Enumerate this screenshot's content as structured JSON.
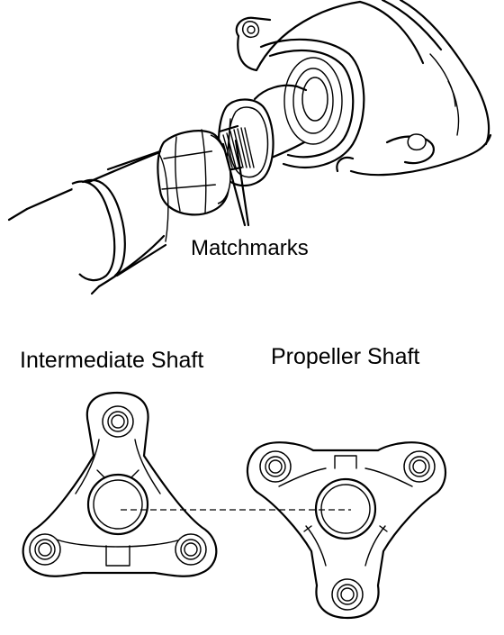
{
  "labels": {
    "matchmarks": "Matchmarks",
    "intermediate_shaft": "Intermediate Shaft",
    "propeller_shaft": "Propeller Shaft"
  }
}
